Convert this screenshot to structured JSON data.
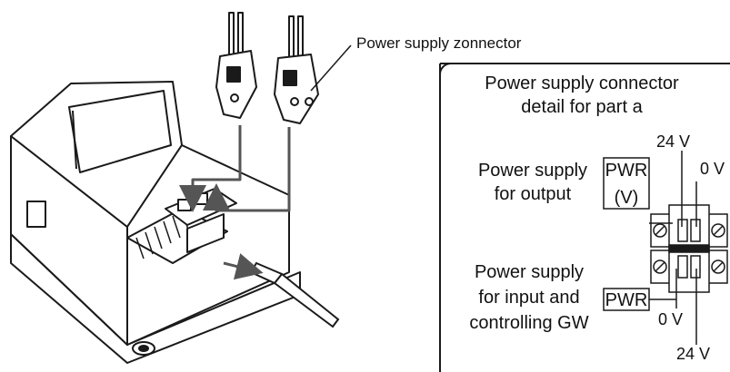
{
  "callout_label": "Power supply zonnector",
  "detail": {
    "title_line1": "Power supply connector",
    "title_line2": "detail for part a",
    "top_24v": "24 V",
    "top_0v": "0 V",
    "output_line1": "Power supply",
    "output_line2": "for output",
    "pwr_v_line1": "PWR",
    "pwr_v_line2": "(V)",
    "input_line1": "Power supply",
    "input_line2": "for input and",
    "input_line3": "controlling GW",
    "pwr": "PWR",
    "bottom_0v": "0 V",
    "bottom_24v": "24 V"
  },
  "colors": {
    "line": "#1a1a1a",
    "wire": "#555555",
    "body_fill": "#ffffff"
  }
}
